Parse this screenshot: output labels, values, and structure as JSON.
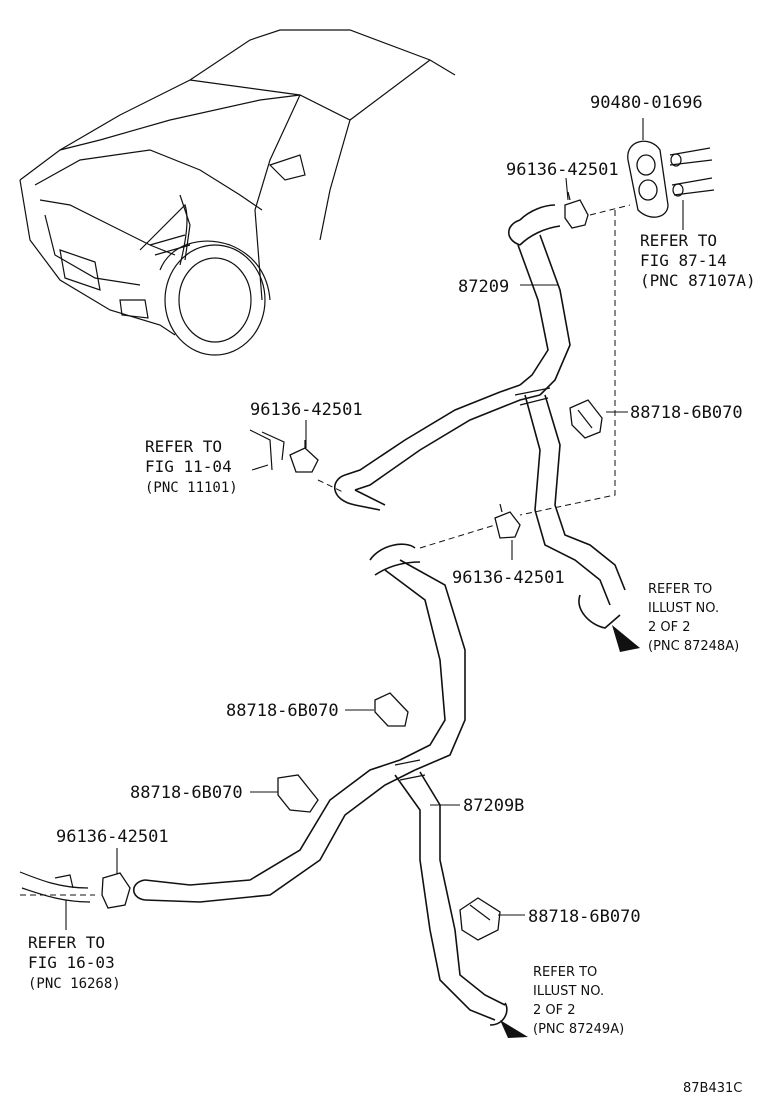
{
  "labels": {
    "top_grommet": "90480-01696",
    "clamp_top": "96136-42501",
    "hose_upper": "87209",
    "ref_fig_87_lines": [
      "REFER TO",
      "FIG 87-14",
      "(PNC 87107A)"
    ],
    "clip_upper": "88718-6B070",
    "clamp_left": "96136-42501",
    "ref_fig_11_lines": [
      "REFER TO",
      "FIG 11-04",
      "(PNC 11101)"
    ],
    "clamp_mid": "96136-42501",
    "ref_illust_a_lines": [
      "REFER TO",
      "ILLUST NO.",
      "2 OF 2",
      "(PNC 87248A)"
    ],
    "clip_mid": "88718-6B070",
    "clip_lower_left": "88718-6B070",
    "hose_lower": "87209B",
    "clamp_bottom": "96136-42501",
    "ref_fig_16_lines": [
      "REFER TO",
      "FIG 16-03",
      "(PNC 16268)"
    ],
    "clip_lower_right": "88718-6B070",
    "ref_illust_b_lines": [
      "REFER TO",
      "ILLUST NO.",
      "2 OF 2",
      "(PNC 87249A)"
    ],
    "diagram_code": "87B431C"
  }
}
